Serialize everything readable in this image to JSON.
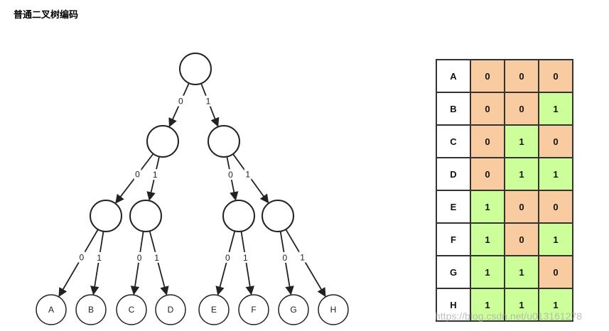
{
  "title": "普通二叉树编码",
  "tree": {
    "root_edges": [
      "0",
      "1"
    ],
    "level1": [
      {
        "edges": [
          "0",
          "1"
        ]
      },
      {
        "edges": [
          "0",
          "1"
        ]
      }
    ],
    "level2": [
      {
        "edges": [
          "0",
          "1"
        ],
        "leaves": [
          "A",
          "B"
        ]
      },
      {
        "edges": [
          "0",
          "1"
        ],
        "leaves": [
          "C",
          "D"
        ]
      },
      {
        "edges": [
          "0",
          "1"
        ],
        "leaves": [
          "E",
          "F"
        ]
      },
      {
        "edges": [
          "0",
          "1"
        ],
        "leaves": [
          "G",
          "H"
        ]
      }
    ]
  },
  "table": {
    "colors": {
      "zero": "#f8cba1",
      "one": "#ccff99"
    },
    "rows": [
      {
        "key": "A",
        "bits": [
          "0",
          "0",
          "0"
        ]
      },
      {
        "key": "B",
        "bits": [
          "0",
          "0",
          "1"
        ]
      },
      {
        "key": "C",
        "bits": [
          "0",
          "1",
          "0"
        ]
      },
      {
        "key": "D",
        "bits": [
          "0",
          "1",
          "1"
        ]
      },
      {
        "key": "E",
        "bits": [
          "1",
          "0",
          "0"
        ]
      },
      {
        "key": "F",
        "bits": [
          "1",
          "0",
          "1"
        ]
      },
      {
        "key": "G",
        "bits": [
          "1",
          "1",
          "0"
        ]
      },
      {
        "key": "H",
        "bits": [
          "1",
          "1",
          "1"
        ]
      }
    ]
  },
  "watermark": "https://blog.csdn.net/u013161278"
}
